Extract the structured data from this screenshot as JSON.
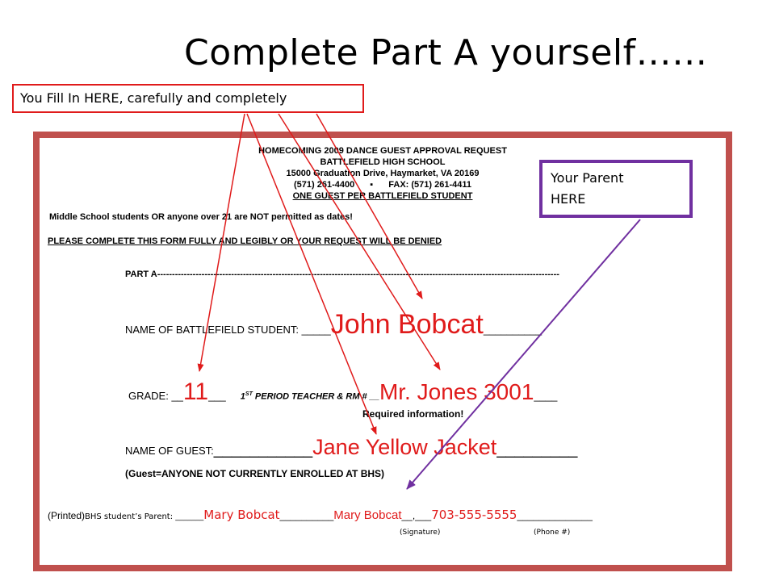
{
  "slide": {
    "title": "Complete Part A yourself……",
    "red_callout": "You Fill In HERE, carefully and completely",
    "purple_callout": [
      "Your Parent",
      "HERE"
    ]
  },
  "form": {
    "header_lines": [
      "HOMECOMING 2009 DANCE GUEST APPROVAL REQUEST",
      "BATTLEFIELD HIGH SCHOOL",
      "15000 Graduation Drive, Haymarket, VA  20169"
    ],
    "phone_line": {
      "phone": "(571) 261-4400",
      "separator": "▪",
      "fax": "FAX: (571) 261-4411"
    },
    "one_guest": {
      "underlined": "ONE GUEST",
      "rest": " PER BATTLEFIELD STUDENT"
    },
    "middle_school_notice": "Middle School students OR anyone over 21 are NOT permitted as dates!",
    "complete_notice": "PLEASE COMPLETE THIS FORM FULLY AND LEGIBLY OR YOUR REQUEST WILL BE DENIED",
    "part_a": "PART A----------------------------------------------------------------------------------------------------------------------------------------",
    "student_name": {
      "label": "NAME OF BATTLEFIELD STUDENT: _____",
      "value": "John Bobcat",
      "trail": "__________"
    },
    "grade": {
      "label": "GRADE: __",
      "value": "11",
      "trail": "___",
      "teacher_label_1": "1",
      "teacher_label_sup": "ST",
      "teacher_label_2": " PERIOD TEACHER  & RM # __",
      "teacher_value": "Mr. Jones 3001",
      "teacher_trail": "____"
    },
    "required": "Required information!",
    "guest_name": {
      "label": "NAME OF GUEST: ",
      "lead": "___________",
      "value": "Jane Yellow Jacket",
      "trail": "_________"
    },
    "guest_note": "(Guest=ANYONE  NOT CURRENTLY  ENROLLED AT BHS)",
    "parent": {
      "label_printed": "(Printed)",
      "label_rest": " BHS student’s Parent: _______",
      "printed_name": "Mary Bobcat",
      "gap": "__________",
      "signature": "Mary Bobcat",
      "sep": "__,___",
      "phone": "703-555-5555",
      "trail": "______________",
      "caption_signature": "(Signature)",
      "caption_phone": "(Phone #)"
    }
  },
  "colors": {
    "frame": "#c0504d",
    "red": "#e01b1b",
    "purple": "#7030a0"
  },
  "icons": {
    "arrows": "red and purple callout arrows"
  }
}
